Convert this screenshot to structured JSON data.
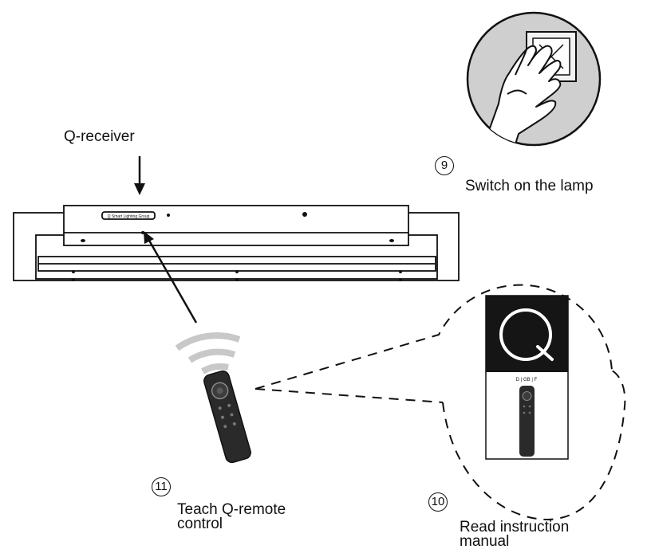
{
  "labels": {
    "receiver": "Q-receiver",
    "switch_on": "Switch on the lamp",
    "teach_line1": "Teach Q-remote",
    "teach_line2": "control",
    "read_line1": "Read instruction",
    "read_line2": "manual",
    "lamp_brand": "Q Smart Lighting Group",
    "manual_langs": "D | GB | F"
  },
  "steps": {
    "switch": "9",
    "manual": "10",
    "teach": "11"
  },
  "icons": [
    "hand-icon",
    "wall-switch-icon",
    "remote-control-icon",
    "wifi-signal-icon",
    "q-logo-icon",
    "arrow-icon"
  ],
  "colors": {
    "line": "#111111",
    "switch_panel": "#cfcfcf",
    "manual_cover": "#151515",
    "remote": "#2a2a2a",
    "signal": "#c8c8c8"
  }
}
